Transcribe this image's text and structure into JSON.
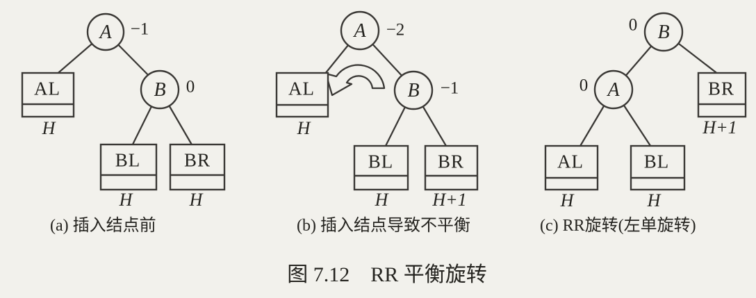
{
  "colors": {
    "paper": "#f2f1ec",
    "ink": "#3a3835",
    "text": "#24231f"
  },
  "icons": {
    "rotation_arrow": "counter-clockwise-rotation-arrow"
  },
  "figure": {
    "caption": "图 7.12　RR 平衡旋转"
  },
  "panel_a": {
    "caption": "(a) 插入结点前",
    "node_a": {
      "label": "A",
      "balance": "−1"
    },
    "node_b": {
      "label": "B",
      "balance": "0"
    },
    "box_al": {
      "label": "AL",
      "height": "H"
    },
    "box_bl": {
      "label": "BL",
      "height": "H"
    },
    "box_br": {
      "label": "BR",
      "height": "H"
    }
  },
  "panel_b": {
    "caption": "(b) 插入结点导致不平衡",
    "node_a": {
      "label": "A",
      "balance": "−2"
    },
    "node_b": {
      "label": "B",
      "balance": "−1"
    },
    "box_al": {
      "label": "AL",
      "height": "H"
    },
    "box_bl": {
      "label": "BL",
      "height": "H"
    },
    "box_br": {
      "label": "BR",
      "height": "H+1"
    }
  },
  "panel_c": {
    "caption": "(c) RR旋转(左单旋转)",
    "node_b": {
      "label": "B",
      "balance": "0"
    },
    "node_a": {
      "label": "A",
      "balance": "0"
    },
    "box_br": {
      "label": "BR",
      "height": "H+1"
    },
    "box_al": {
      "label": "AL",
      "height": "H"
    },
    "box_bl": {
      "label": "BL",
      "height": "H"
    }
  }
}
